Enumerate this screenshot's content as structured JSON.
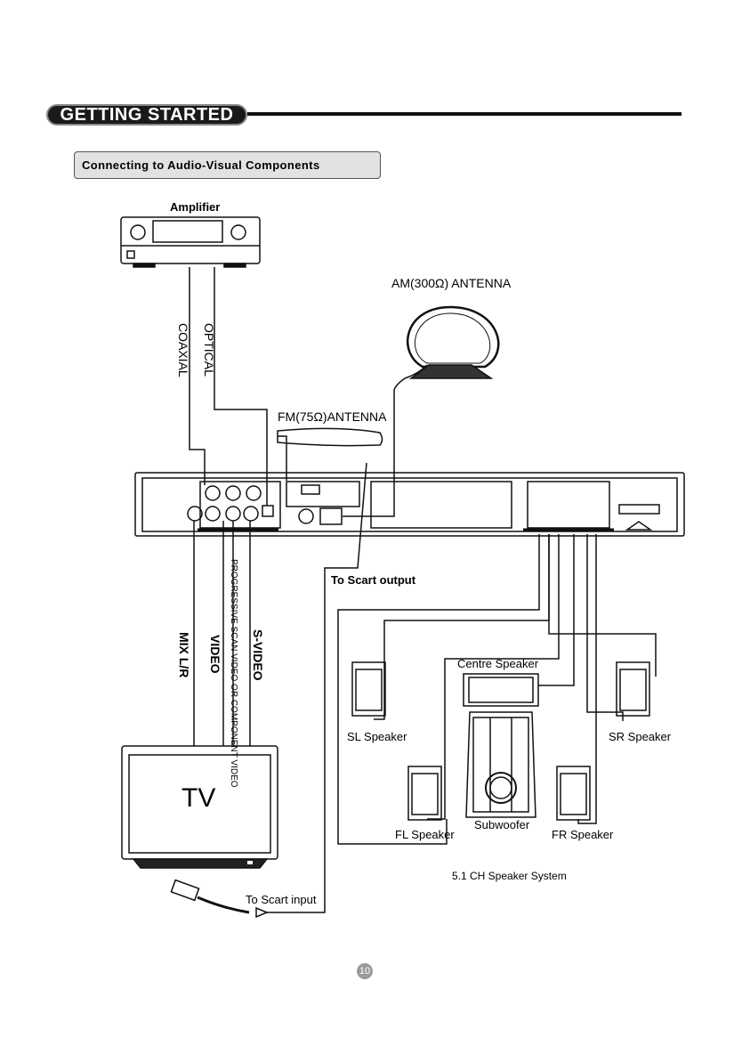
{
  "header": {
    "title": "GETTING STARTED"
  },
  "section": {
    "title": "Connecting to Audio-Visual Components"
  },
  "labels": {
    "amplifier": "Amplifier",
    "am_antenna": "AM(300Ω) ANTENNA",
    "fm_antenna": "FM(75Ω)ANTENNA",
    "coaxial": "COAXIAL",
    "optical": "OPTICAL",
    "to_scart_output": "To Scart output",
    "to_scart_input": "To Scart input",
    "mix_lr": "MIX L/R",
    "video": "VIDEO",
    "progressive": "PROGRESSIVE SCAN VIDEO OR COMPONENT VIDEO",
    "svideo": "S-VIDEO",
    "tv": "TV",
    "centre_speaker": "Centre Speaker",
    "sl_speaker": "SL Speaker",
    "sr_speaker": "SR Speaker",
    "fl_speaker": "FL Speaker",
    "fr_speaker": "FR Speaker",
    "subwoofer": "Subwoofer",
    "speaker_system": "5.1 CH Speaker System"
  },
  "page": {
    "number": "10"
  }
}
